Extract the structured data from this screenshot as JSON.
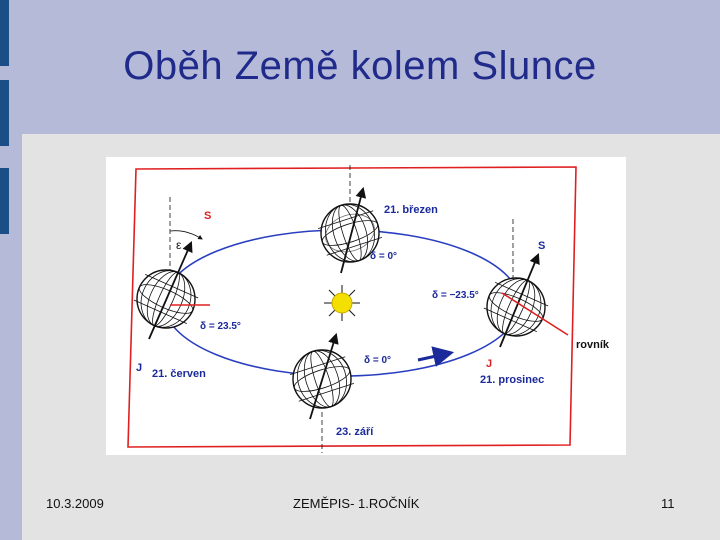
{
  "slide": {
    "title": "Oběh Země kolem Slunce",
    "footer": {
      "date": "10.3.2009",
      "subject": "ZEMĚPIS- 1.ROČNÍK",
      "page": "11"
    }
  },
  "diagram": {
    "labels": {
      "march": "21. březen",
      "june": "21. červen",
      "september": "23. září",
      "december": "21. prosinec",
      "decl_zero_top": "δ = 0°",
      "decl_zero_bottom": "δ = 0°",
      "decl_pos": "δ = 23.5°",
      "decl_neg": "δ = −23.5°",
      "equator": "rovník",
      "north_left": "S",
      "north_right": "S",
      "south_left": "J",
      "south_right": "J",
      "epsilon": "ε"
    },
    "colors": {
      "orbit": "#2a3fc0",
      "plane": "#e02020",
      "sun": "#f4e000",
      "text": "#1b2a9a"
    }
  }
}
